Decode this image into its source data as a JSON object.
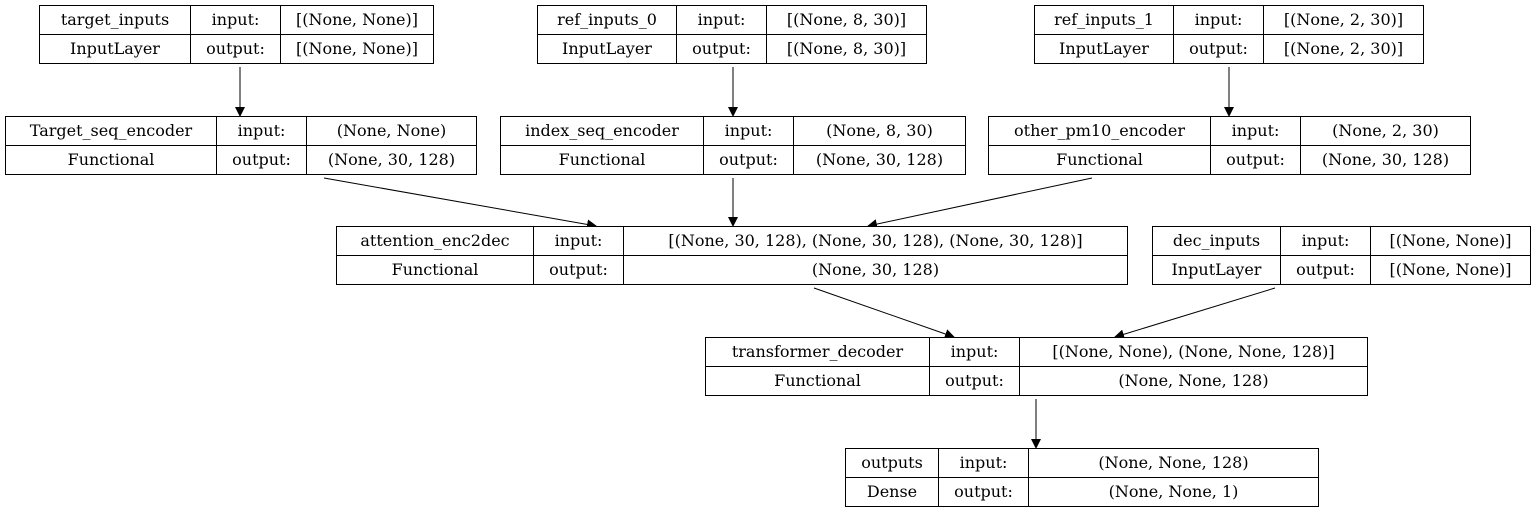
{
  "diagram": {
    "title": "",
    "nodes": [
      {
        "id": "target_inputs",
        "name": "target_inputs",
        "type": "InputLayer",
        "input_label": "input:",
        "output_label": "output:",
        "input_shape": "[(None, None)]",
        "output_shape": "[(None, None)]"
      },
      {
        "id": "ref_inputs_0",
        "name": "ref_inputs_0",
        "type": "InputLayer",
        "input_label": "input:",
        "output_label": "output:",
        "input_shape": "[(None, 8, 30)]",
        "output_shape": "[(None, 8, 30)]"
      },
      {
        "id": "ref_inputs_1",
        "name": "ref_inputs_1",
        "type": "InputLayer",
        "input_label": "input:",
        "output_label": "output:",
        "input_shape": "[(None, 2, 30)]",
        "output_shape": "[(None, 2, 30)]"
      },
      {
        "id": "target_seq_encoder",
        "name": "Target_seq_encoder",
        "type": "Functional",
        "input_label": "input:",
        "output_label": "output:",
        "input_shape": "(None, None)",
        "output_shape": "(None, 30, 128)"
      },
      {
        "id": "index_seq_encoder",
        "name": "index_seq_encoder",
        "type": "Functional",
        "input_label": "input:",
        "output_label": "output:",
        "input_shape": "(None, 8, 30)",
        "output_shape": "(None, 30, 128)"
      },
      {
        "id": "other_pm10_encoder",
        "name": "other_pm10_encoder",
        "type": "Functional",
        "input_label": "input:",
        "output_label": "output:",
        "input_shape": "(None, 2, 30)",
        "output_shape": "(None, 30, 128)"
      },
      {
        "id": "attention_enc2dec",
        "name": "attention_enc2dec",
        "type": "Functional",
        "input_label": "input:",
        "output_label": "output:",
        "input_shape": "[(None, 30, 128), (None, 30, 128), (None, 30, 128)]",
        "output_shape": "(None, 30, 128)"
      },
      {
        "id": "dec_inputs",
        "name": "dec_inputs",
        "type": "InputLayer",
        "input_label": "input:",
        "output_label": "output:",
        "input_shape": "[(None, None)]",
        "output_shape": "[(None, None)]"
      },
      {
        "id": "transformer_decoder",
        "name": "transformer_decoder",
        "type": "Functional",
        "input_label": "input:",
        "output_label": "output:",
        "input_shape": "[(None, None), (None, None, 128)]",
        "output_shape": "(None, None, 128)"
      },
      {
        "id": "outputs",
        "name": "outputs",
        "type": "Dense",
        "input_label": "input:",
        "output_label": "output:",
        "input_shape": "(None, None, 128)",
        "output_shape": "(None, None, 1)"
      }
    ],
    "edges": [
      {
        "from": "target_inputs",
        "to": "target_seq_encoder"
      },
      {
        "from": "ref_inputs_0",
        "to": "index_seq_encoder"
      },
      {
        "from": "ref_inputs_1",
        "to": "other_pm10_encoder"
      },
      {
        "from": "target_seq_encoder",
        "to": "attention_enc2dec"
      },
      {
        "from": "index_seq_encoder",
        "to": "attention_enc2dec"
      },
      {
        "from": "other_pm10_encoder",
        "to": "attention_enc2dec"
      },
      {
        "from": "attention_enc2dec",
        "to": "transformer_decoder"
      },
      {
        "from": "dec_inputs",
        "to": "transformer_decoder"
      },
      {
        "from": "transformer_decoder",
        "to": "outputs"
      }
    ]
  }
}
